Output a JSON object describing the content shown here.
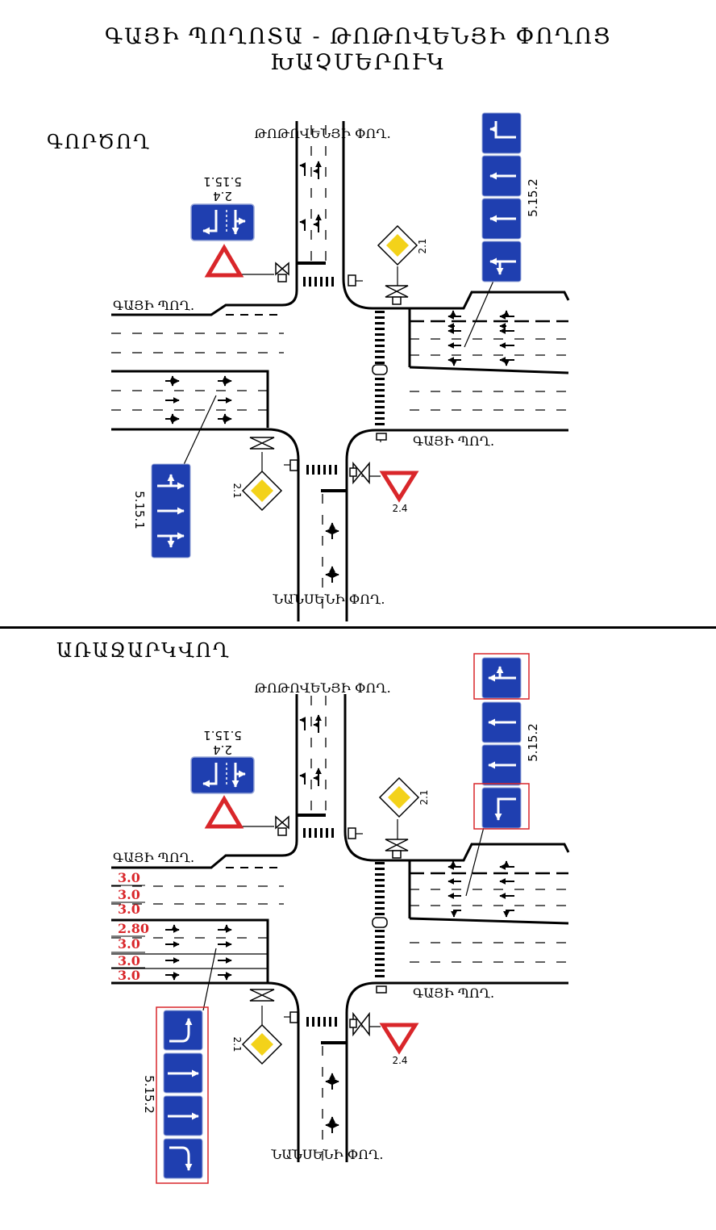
{
  "title": {
    "line1": "ԳԱՅԻ ՊՈՂՈՏԱ - ԹՈԹՈՎԵՆՅԻ ՓՈՂՈՑ",
    "line2": "ԽԱՉՄԵՐՈՒԿ"
  },
  "sections": [
    {
      "label": "ԳՈՐԾՈՂ",
      "streets": {
        "north": "ԹՈԹՈՎԵՆՅԻ ՓՈՂ.",
        "west": "ԳԱՅԻ ՊՈՂ.",
        "east": "ԳԱՅԻ ՊՈՂ.",
        "south": "ՆԱՆՍԵՆԻ ՓՈՂ."
      },
      "sign_codes": {
        "nw_main": "5.15.1",
        "nw_yield": "2.4",
        "ne_priority": "2.1",
        "ne_lanes": "5.15.2",
        "sw_priority": "2.1",
        "sw_lanes": "5.15.1",
        "se_yield": "2.4"
      }
    },
    {
      "label": "ԱՌԱՋԱՐԿՎՈՂ",
      "streets": {
        "north": "ԹՈԹՈՎԵՆՅԻ ՓՈՂ.",
        "west": "ԳԱՅԻ ՊՈՂ.",
        "east": "ԳԱՅԻ ՊՈՂ.",
        "south": "ՆԱՆՍԵՆԻ ՓՈՂ."
      },
      "sign_codes": {
        "nw_main": "5.15.1",
        "nw_yield": "2.4",
        "ne_priority": "2.1",
        "ne_lanes": "5.15.2",
        "sw_priority": "2.1",
        "sw_lanes": "5.15.2",
        "se_yield": "2.4"
      },
      "lane_widths": [
        "3.0",
        "3.0",
        "3.0",
        "2.80",
        "3.0",
        "3.0",
        "3.0"
      ]
    }
  ],
  "colors": {
    "sign_blue": "#1f3fb0",
    "priority_yellow": "#f3d21a",
    "yield_red": "#d9262a",
    "highlight_red": "#d9262a",
    "lane_width_red": "#d9262a"
  }
}
